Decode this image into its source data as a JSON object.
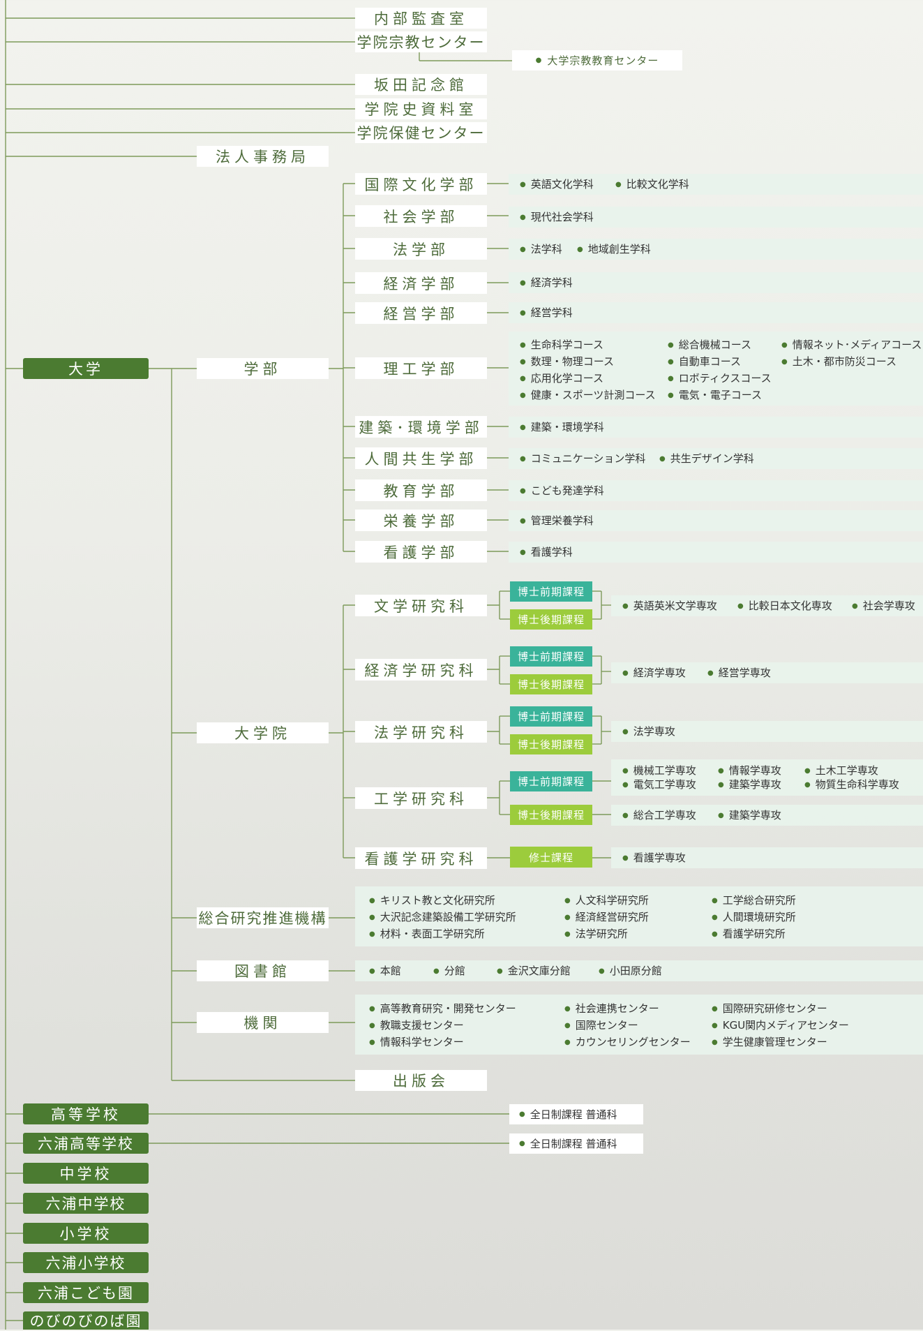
{
  "top_boxes": [
    "内部監査室",
    "学院宗教センター",
    "坂田記念館",
    "学院史資料室",
    "学院保健センター",
    "法人事務局"
  ],
  "daigaku_shukyo": "大学宗教教育センター",
  "daigaku": "大学",
  "gakubu": "学部",
  "daigakuin": "大学院",
  "faculties": [
    {
      "name": "国際文化学部",
      "depts": [
        "英語文化学科",
        "比較文化学科"
      ]
    },
    {
      "name": "社会学部",
      "depts": [
        "現代社会学科"
      ]
    },
    {
      "name": "法学部",
      "depts": [
        "法学科",
        "地域創生学科"
      ]
    },
    {
      "name": "経済学部",
      "depts": [
        "経済学科"
      ]
    },
    {
      "name": "経営学部",
      "depts": [
        "経営学科"
      ]
    },
    {
      "name": "理工学部",
      "depts": [
        "生命科学コース",
        "数理・物理コース",
        "応用化学コース",
        "健康・スポーツ計測コース",
        "総合機械コース",
        "自動車コース",
        "ロボティクスコース",
        "電気・電子コース",
        "情報ネット･メディアコース",
        "土木・都市防災コース"
      ]
    },
    {
      "name": "建築･環境学部",
      "depts": [
        "建築・環境学科"
      ]
    },
    {
      "name": "人間共生学部",
      "depts": [
        "コミュニケーション学科",
        "共生デザイン学科"
      ]
    },
    {
      "name": "教育学部",
      "depts": [
        "こども発達学科"
      ]
    },
    {
      "name": "栄養学部",
      "depts": [
        "管理栄養学科"
      ]
    },
    {
      "name": "看護学部",
      "depts": [
        "看護学科"
      ]
    }
  ],
  "course_labels": {
    "zenki": "博士前期課程",
    "koki": "博士後期課程",
    "shushi": "修士課程"
  },
  "grad_schools": [
    {
      "name": "文学研究科",
      "majors": [
        "英語英米文学専攻",
        "比較日本文化専攻",
        "社会学専攻"
      ]
    },
    {
      "name": "経済学研究科",
      "majors": [
        "経済学専攻",
        "経営学専攻"
      ]
    },
    {
      "name": "法学研究科",
      "majors": [
        "法学専攻"
      ]
    },
    {
      "name": "工学研究科",
      "majors_zenki": [
        "機械工学専攻",
        "電気工学専攻",
        "情報学専攻",
        "建築学専攻",
        "土木工学専攻",
        "物質生命科学専攻"
      ],
      "majors_koki": [
        "総合工学専攻",
        "建築学専攻"
      ]
    },
    {
      "name": "看護学研究科",
      "majors": [
        "看護学専攻"
      ]
    }
  ],
  "sogo": {
    "name": "総合研究推進機構",
    "items": [
      "キリスト教と文化研究所",
      "大沢記念建築設備工学研究所",
      "材料・表面工学研究所",
      "人文科学研究所",
      "経済経営研究所",
      "法学研究所",
      "工学総合研究所",
      "人間環境研究所",
      "看護学研究所"
    ]
  },
  "tosho": {
    "name": "図書館",
    "items": [
      "本館",
      "分館",
      "金沢文庫分館",
      "小田原分館"
    ]
  },
  "kikan": {
    "name": "機関",
    "items": [
      "高等教育研究・開発センター",
      "教職支援センター",
      "情報科学センター",
      "社会連携センター",
      "国際センター",
      "カウンセリングセンター",
      "国際研究研修センター",
      "KGU関内メディアセンター",
      "学生健康管理センター"
    ]
  },
  "shuppan": "出版会",
  "schools": [
    "高等学校",
    "六浦高等学校",
    "中学校",
    "六浦中学校",
    "小学校",
    "六浦小学校",
    "六浦こども園",
    "のびのびのば園"
  ],
  "hs_course": "全日制課程 普通科",
  "colors": {
    "dark_green": "#4b7b31",
    "line": "#7d9a5a",
    "teal": "#3ab39a",
    "lime": "#9ccc3c"
  }
}
